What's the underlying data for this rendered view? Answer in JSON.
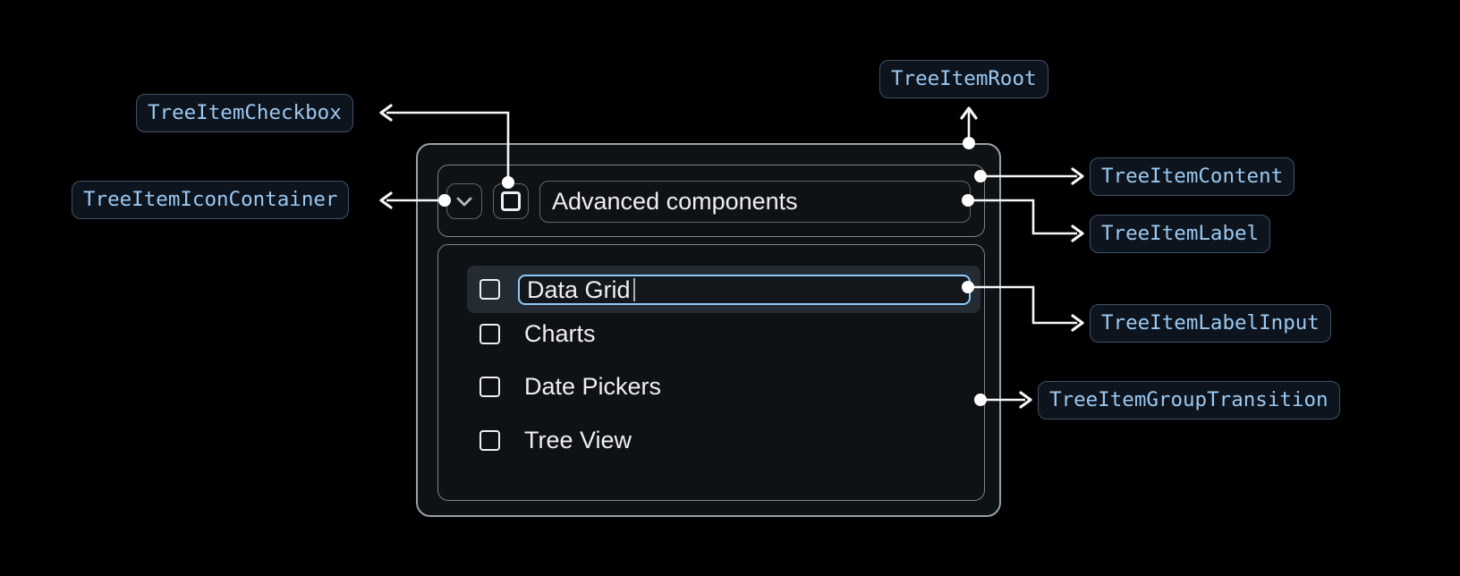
{
  "anatomy_labels": {
    "root": "TreeItemRoot",
    "checkbox": "TreeItemCheckbox",
    "icon_container": "TreeItemIconContainer",
    "content": "TreeItemContent",
    "label": "TreeItemLabel",
    "label_input": "TreeItemLabelInput",
    "group_transition": "TreeItemGroupTransition"
  },
  "tree": {
    "parent_item": {
      "label": "Advanced components",
      "expanded": true,
      "checked": false
    },
    "editing_item": {
      "input_value": "Data Grid",
      "checked": false
    },
    "children": [
      {
        "label": "Charts",
        "checked": false
      },
      {
        "label": "Date Pickers",
        "checked": false
      },
      {
        "label": "Tree View",
        "checked": false
      }
    ]
  },
  "icons": {
    "expand_icon": "chevron-down-icon",
    "checkbox_icon": "checkbox-unchecked-icon"
  },
  "colors": {
    "page_bg": "#000000",
    "badge_text": "#9CC8F0",
    "badge_bg": "#0D141D",
    "badge_border": "#3F5267",
    "focus_ring": "#90CAF9",
    "row_highlight": "#242B33",
    "connector": "#F5F6F7"
  }
}
